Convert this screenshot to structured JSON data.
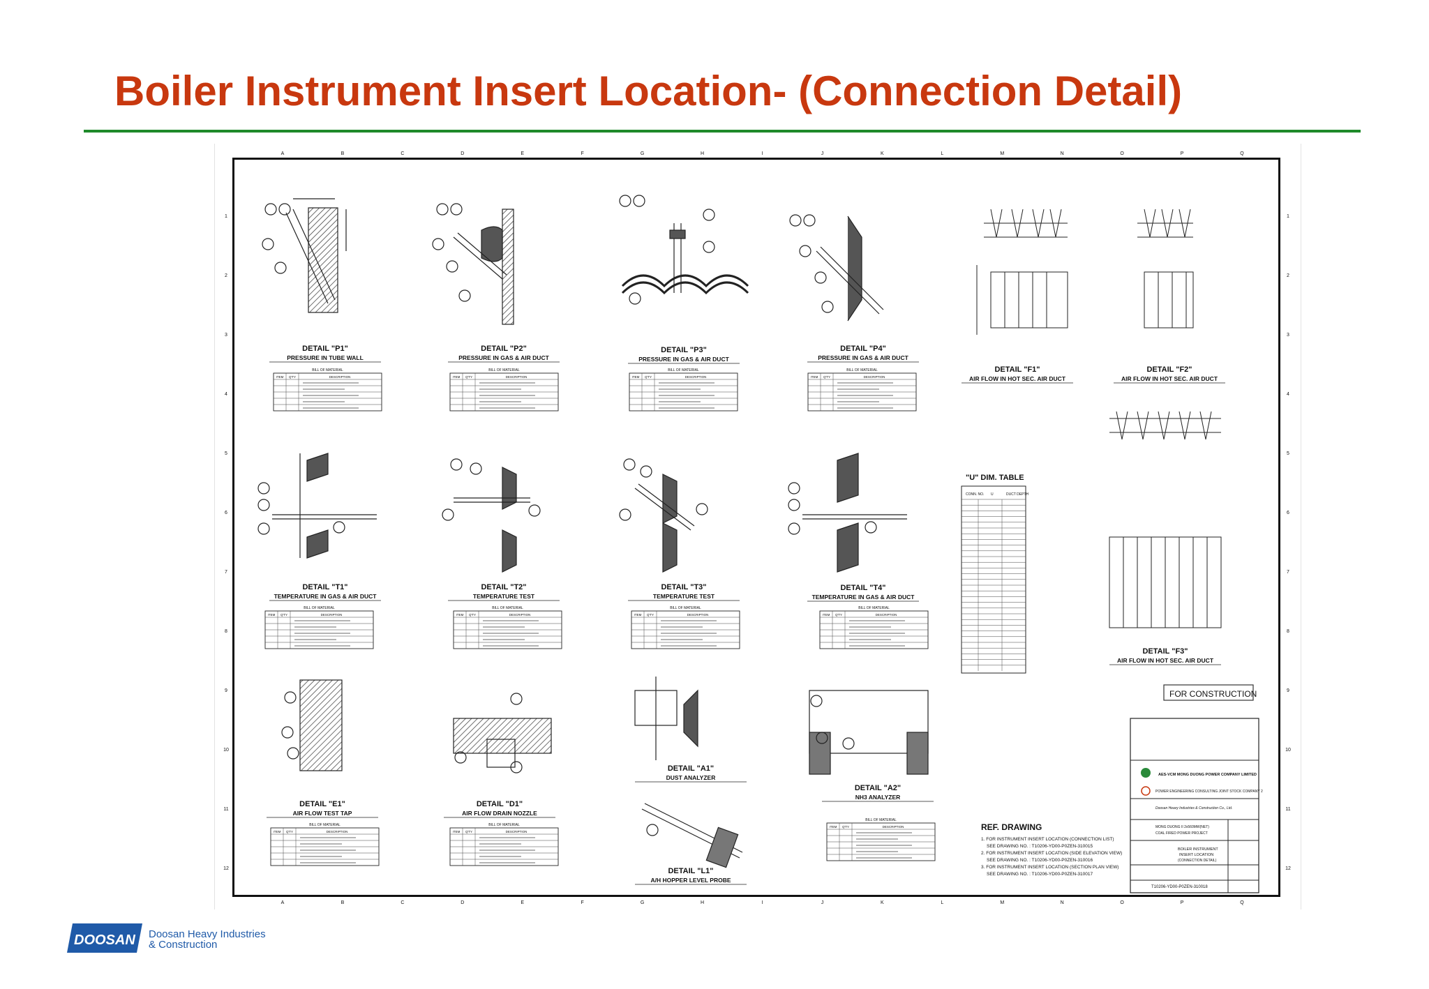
{
  "slide": {
    "title": "Boiler Instrument Insert Location- (Connection Detail)"
  },
  "grid": {
    "columns": [
      "A",
      "B",
      "C",
      "D",
      "E",
      "F",
      "G",
      "H",
      "I",
      "J",
      "K",
      "L",
      "M",
      "N",
      "O",
      "P",
      "Q"
    ],
    "rows": [
      "1",
      "2",
      "3",
      "4",
      "5",
      "6",
      "7",
      "8",
      "9",
      "10",
      "11",
      "12"
    ]
  },
  "details": [
    {
      "title": "DETAIL \"P1\"",
      "subtitle": "PRESSURE IN TUBE WALL"
    },
    {
      "title": "DETAIL \"P2\"",
      "subtitle": "PRESSURE IN GAS & AIR DUCT"
    },
    {
      "title": "DETAIL \"P3\"",
      "subtitle": "PRESSURE IN GAS & AIR DUCT"
    },
    {
      "title": "DETAIL \"P4\"",
      "subtitle": "PRESSURE IN GAS & AIR DUCT"
    },
    {
      "title": "DETAIL \"F1\"",
      "subtitle": "AIR FLOW IN HOT SEC. AIR DUCT"
    },
    {
      "title": "DETAIL \"F2\"",
      "subtitle": "AIR FLOW IN HOT SEC. AIR DUCT"
    },
    {
      "title": "DETAIL \"T1\"",
      "subtitle": "TEMPERATURE IN GAS & AIR DUCT"
    },
    {
      "title": "DETAIL \"T2\"",
      "subtitle": "TEMPERATURE TEST"
    },
    {
      "title": "DETAIL \"T3\"",
      "subtitle": "TEMPERATURE TEST"
    },
    {
      "title": "DETAIL \"T4\"",
      "subtitle": "TEMPERATURE IN GAS & AIR DUCT"
    },
    {
      "title": "DETAIL \"F3\"",
      "subtitle": "AIR FLOW IN HOT SEC. AIR DUCT"
    },
    {
      "title": "DETAIL \"E1\"",
      "subtitle": "AIR FLOW TEST TAP"
    },
    {
      "title": "DETAIL \"D1\"",
      "subtitle": "AIR FLOW DRAIN NOZZLE"
    },
    {
      "title": "DETAIL \"A1\"",
      "subtitle": "DUST ANALYZER"
    },
    {
      "title": "DETAIL \"A2\"",
      "subtitle": "NH3 ANALYZER"
    },
    {
      "title": "DETAIL \"L1\"",
      "subtitle": "A/H HOPPER LEVEL PROBE"
    }
  ],
  "bom": {
    "caption": "BILL OF MATERIAL",
    "headers": [
      "ITEM",
      "Q'TY",
      "DESCRIPTION"
    ]
  },
  "u_table": {
    "title": "\"U\" DIM. TABLE",
    "headers": [
      "CONN. NO.",
      "U",
      "DUCT DEPTH"
    ]
  },
  "stamp": "FOR CONSTRUCTION",
  "ref_drawing": {
    "title": "REF. DRAWING",
    "lines": [
      "1. FOR INSTRUMENT INSERT LOCATION (CONNECTION LIST)",
      "SEE DRAWING NO. : T10206-YD00-P0ZEN-310015",
      "2. FOR INSTRUMENT INSERT LOCATION (SIDE ELEVATION VIEW)",
      "SEE DRAWING NO. : T10206-YD00-P0ZEN-310016",
      "3. FOR INSTRUMENT INSERT LOCATION (SECTION PLAN VIEW)",
      "SEE DRAWING NO. : T10206-YD00-P0ZEN-310017"
    ]
  },
  "title_block": {
    "owner": "AES-VCM MONG DUONG POWER COMPANY LIMITED",
    "consultant": "POWER ENGINEERING CONSULTING JOINT STOCK COMPANY 2",
    "contractor": "Doosan Heavy Industries & Construction Co., Ltd.",
    "project_line1": "MONG DUONG II 2x560MW(NET)",
    "project_line2": "COAL FIRED POWER PROJECT",
    "drawing_title_1": "BOILER INSTRUMENT",
    "drawing_title_2": "INSERT LOCATION",
    "drawing_title_3": "(CONNECTION DETAIL)",
    "drawing_no": "T10206-YD00-P0ZEN-310018"
  },
  "brand": {
    "logo": "DOOSAN",
    "line1": "Doosan Heavy Industries",
    "line2": "& Construction"
  },
  "colors": {
    "title": "#c8380f",
    "rule": "#1e8a2a",
    "brand": "#1f5aa8"
  }
}
